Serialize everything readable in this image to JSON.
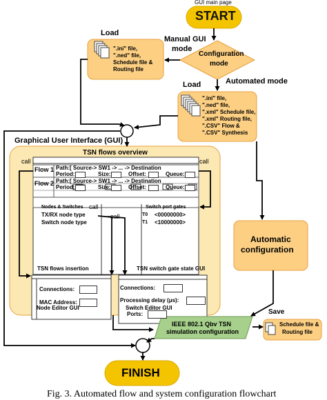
{
  "diagram": {
    "gui_main_page_label": "GUI main page",
    "start_label": "START",
    "finish_label": "FINISH",
    "config_mode": [
      "Configuration",
      "mode"
    ],
    "manual_gui_mode": [
      "Manual GUI",
      "mode"
    ],
    "automated_mode": "Automated mode",
    "load_label_1": "Load",
    "load_label_2": "Load",
    "manual_files": [
      "\".ini\" file,",
      "\".ned\" file,",
      "Schedule file &",
      "Routing file"
    ],
    "auto_files": [
      "\".ini\" file,",
      "\".ned\" file,",
      "\".xml\" Schedule file,",
      "\".xml\" Routing file,",
      "\".CSV\" Flow &",
      "\".CSV\" Synthesis"
    ],
    "gui_title": "Graphical User Interface (GUI)",
    "tsn_overview_title": "TSN flows overview",
    "flows": [
      {
        "label": "Flow 1",
        "path": "Path:[ Source-> SW1 -> ... -> Destination",
        "params": [
          "Period:",
          "Size:",
          "Offset:",
          "Queue:"
        ]
      },
      {
        "label": "Flow 2",
        "path": "Path:[ Source-> SW1 -> ... -> Destination",
        "params": [
          "Period:",
          "Size:",
          "Offset:",
          "Queue:"
        ]
      }
    ],
    "call_labels": [
      "call",
      "call",
      "call",
      "call"
    ],
    "nodes_switches_title": "Nodes & Switches",
    "node_types": [
      "TX/RX node type",
      "Switch node type"
    ],
    "switch_port_gates_title": "Switch port gates",
    "port_gates": [
      {
        "id": "T0",
        "value": "<00000000>"
      },
      {
        "id": "T1",
        "value": "<10000000>"
      }
    ],
    "tsn_flows_insertion_label": "TSN flows insertion",
    "tsn_switch_gate_label": "TSN switch gate state GUI",
    "node_editor": {
      "connections": "Connections:",
      "mac_address": "MAC Address:",
      "title": "Node Editor GUI"
    },
    "switch_editor": {
      "connections": "Connections:",
      "processing_delay": "Processing delay (μs):",
      "ports": "Ports:",
      "title": "Switch Editor GUI"
    },
    "automatic_configuration": [
      "Automatic",
      "configuration"
    ],
    "ieee_config": [
      "IEEE 802.1 Qbv TSN",
      "simulation configuration"
    ],
    "save_label": "Save",
    "save_files": [
      "Schedule file &",
      "Routing file"
    ],
    "caption": "Fig. 3. Automated flow and system configuration flowchart"
  }
}
